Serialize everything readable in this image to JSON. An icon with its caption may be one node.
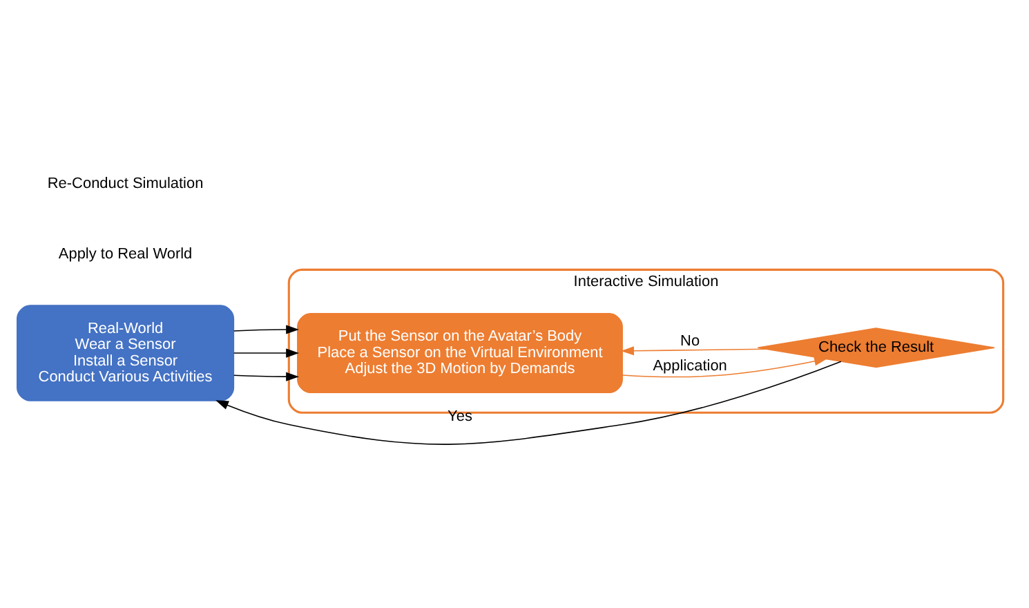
{
  "diagram": {
    "nodes": [
      {
        "text": [
          "Real-World",
          "Wear a Sensor",
          "Install a Sensor",
          "Conduct Various Activities"
        ]
      },
      {
        "text": [
          "Interactive Simulation"
        ]
      },
      {
        "text": [
          "Put the Sensor on the Avatar’s Body",
          "Place a Sensor on the Virtual Environment",
          "Adjust the 3D Motion by Demands"
        ],
        "in": 1
      },
      {
        "text": [
          "Check the Result"
        ],
        "in": 1
      }
    ],
    "edges": [
      {
        "from": 0,
        "to": 2,
        "arrow": "to"
      },
      {
        "from": 0,
        "to": 2,
        "arrow": "to"
      },
      {
        "from": 0,
        "to": 2,
        "arrow": "to"
      },
      {
        "from": 2,
        "to": 3,
        "arrow": "to",
        "label": "Application",
        "color": "#ed7d31"
      },
      {
        "from": 3,
        "to": 0,
        "arrow": "to",
        "label": "Yes"
      },
      {
        "from": 3,
        "to": 2,
        "arrow": "to",
        "label": "No",
        "color": "#ed7d31"
      }
    ],
    "labels": [
      "Apply to Real World",
      "Re-Conduct Simulation"
    ]
  }
}
